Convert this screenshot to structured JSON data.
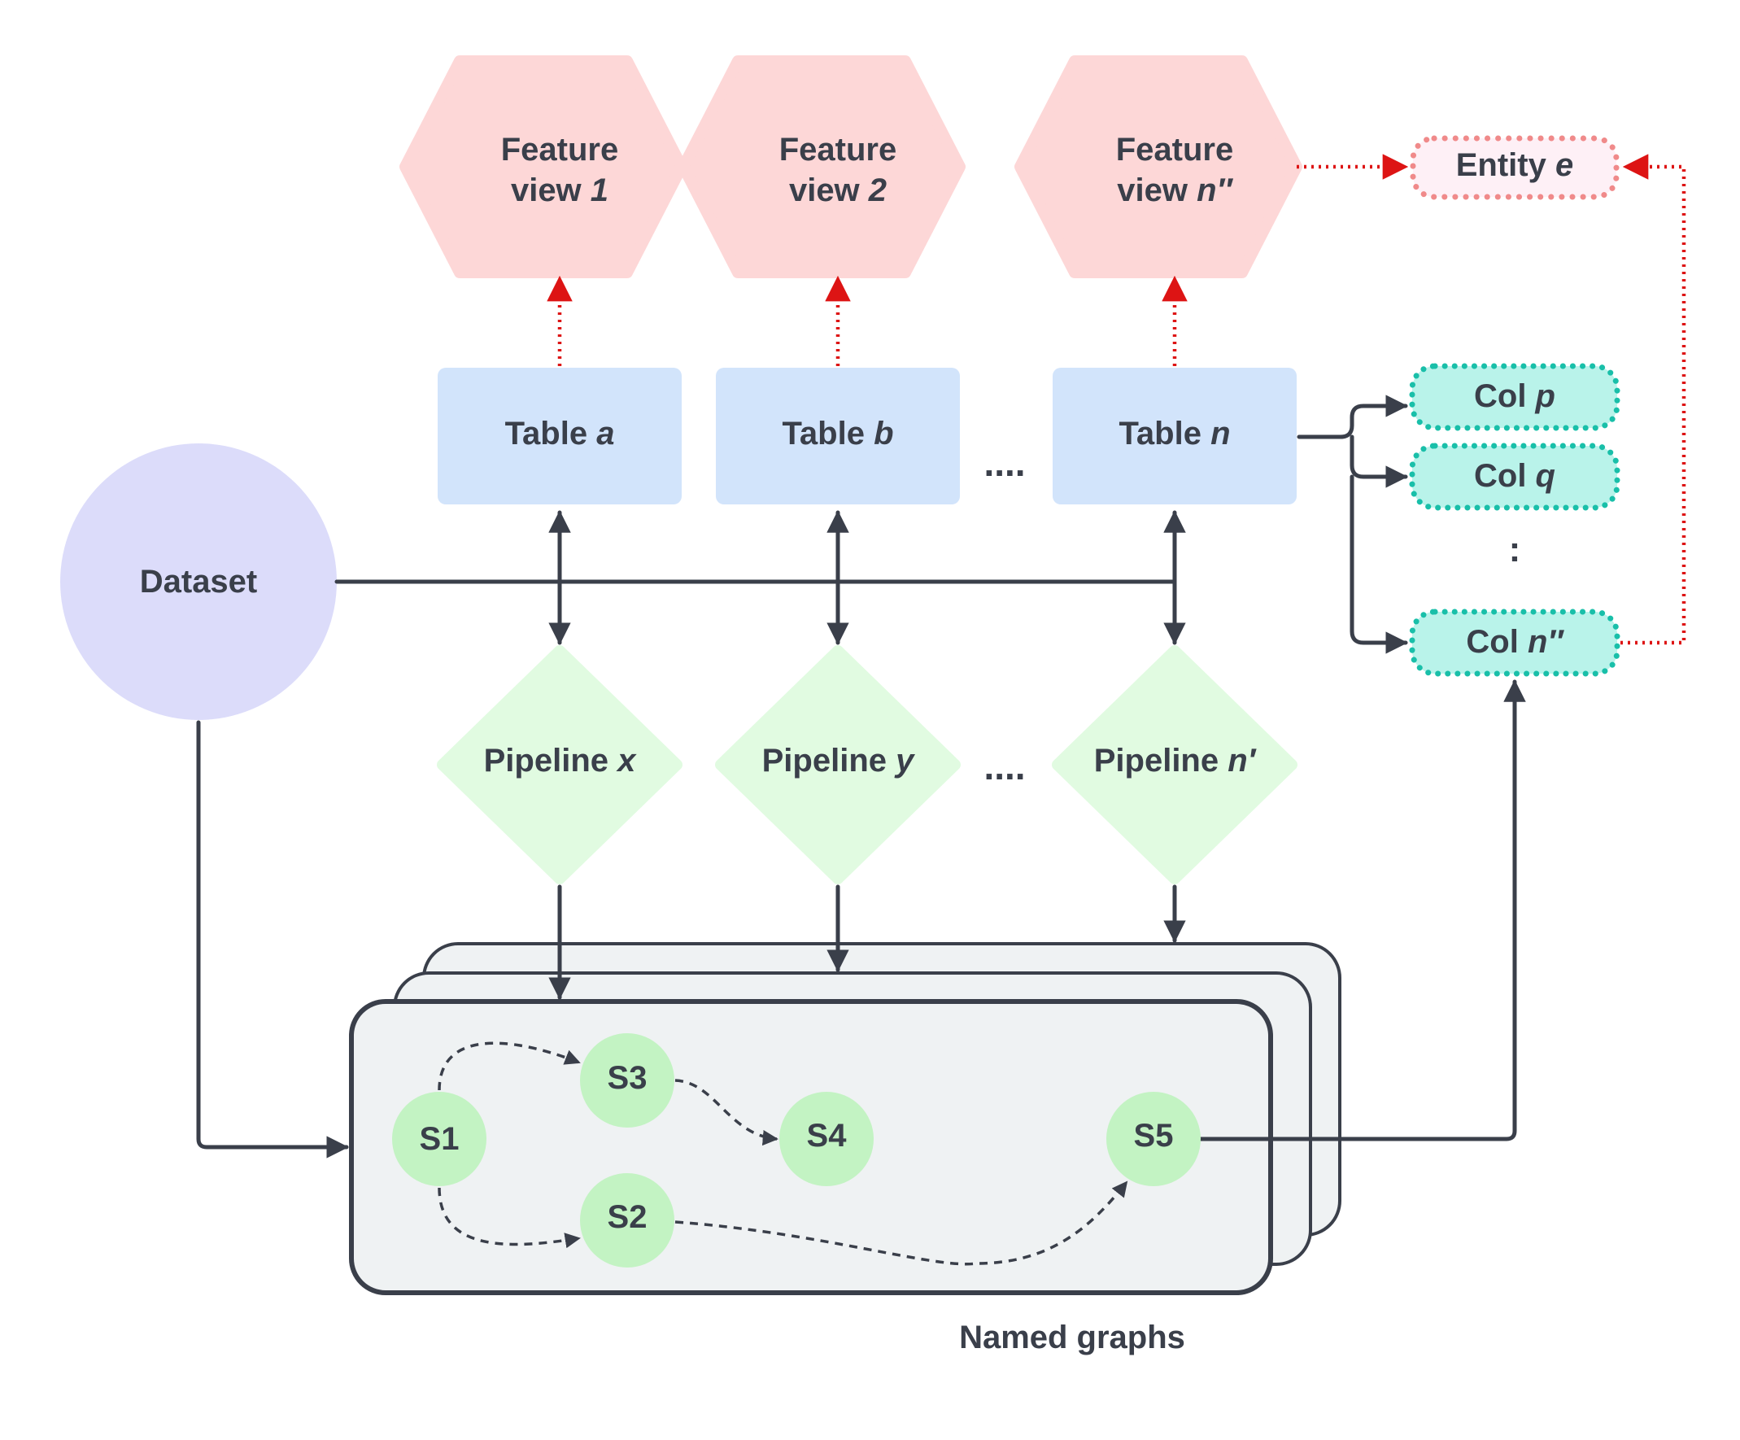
{
  "dataset": {
    "label": "Dataset"
  },
  "feature_views": [
    {
      "line1": "Feature",
      "line2_prefix": "view ",
      "line2_var": "1"
    },
    {
      "line1": "Feature",
      "line2_prefix": "view ",
      "line2_var": "2"
    },
    {
      "line1": "Feature",
      "line2_prefix": "view ",
      "line2_var": "n″"
    }
  ],
  "entity": {
    "prefix": "Entity ",
    "var": "e"
  },
  "tables": [
    {
      "prefix": "Table ",
      "var": "a"
    },
    {
      "prefix": "Table ",
      "var": "b"
    },
    {
      "prefix": "Table ",
      "var": "n"
    }
  ],
  "pipelines": [
    {
      "prefix": "Pipeline ",
      "var": "x"
    },
    {
      "prefix": "Pipeline ",
      "var": "y"
    },
    {
      "prefix": "Pipeline ",
      "var": "n′"
    }
  ],
  "columns": [
    {
      "prefix": "Col ",
      "var": "p"
    },
    {
      "prefix": "Col ",
      "var": "q"
    },
    {
      "prefix": "Col ",
      "var": "n″"
    }
  ],
  "ellipsis": "....",
  "column_ellipsis": ":",
  "states": [
    "S1",
    "S2",
    "S3",
    "S4",
    "S5"
  ],
  "named_graphs_label": "Named graphs",
  "colors": {
    "dataset": "#dcdcfa",
    "feature_view": "#fdd7d7",
    "table": "#d2e4fb",
    "pipeline": "#e1fbe1",
    "column": "#b9f3ea",
    "column_border": "#19bfa9",
    "entity": "#fef0f6",
    "entity_border": "#f08a8a",
    "state": "#c3f3c3",
    "graph_fill": "#eff2f3",
    "line": "#3a3f4a",
    "red_arrow": "#dd1414"
  }
}
